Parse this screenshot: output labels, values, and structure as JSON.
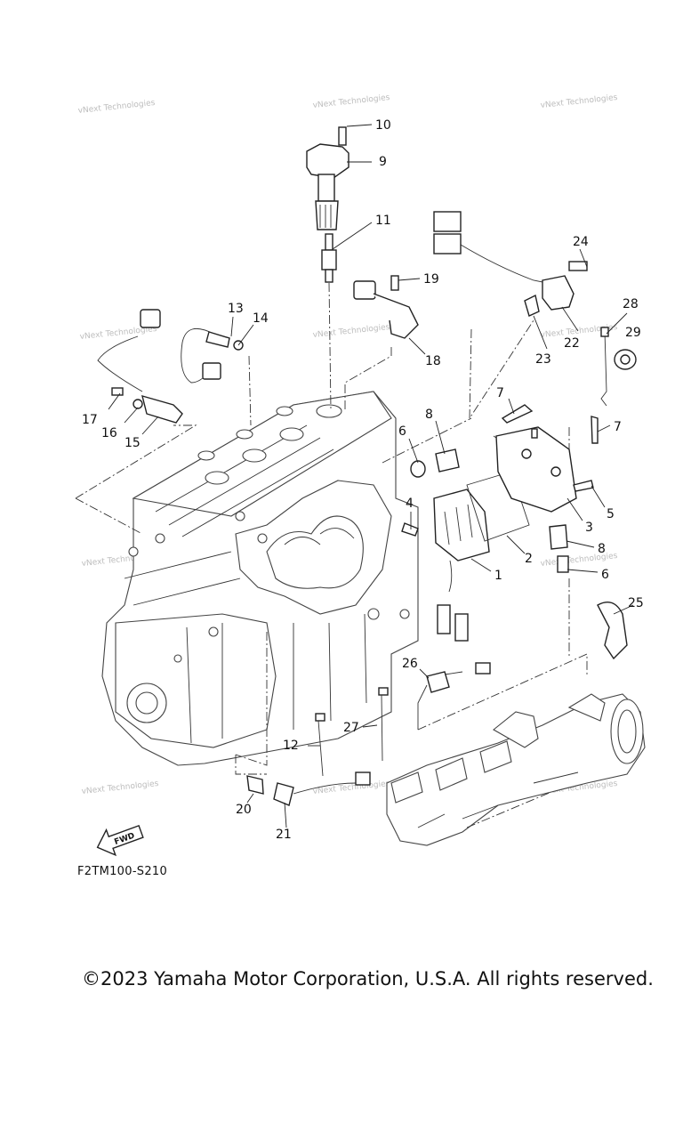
{
  "watermark": "vNext Technologies",
  "figure_code": "F2TM100-S210",
  "fwd_label": "FWD",
  "copyright": "©2023 Yamaha Motor Corporation, U.S.A. All rights reserved.",
  "callouts": {
    "c1": "1",
    "c2": "2",
    "c3": "3",
    "c4": "4",
    "c5": "5",
    "c6a": "6",
    "c6b": "6",
    "c7a": "7",
    "c7b": "7",
    "c8a": "8",
    "c8b": "8",
    "c9": "9",
    "c10": "10",
    "c11": "11",
    "c12": "12",
    "c13": "13",
    "c14": "14",
    "c15": "15",
    "c16": "16",
    "c17": "17",
    "c18": "18",
    "c19": "19",
    "c20": "20",
    "c21": "21",
    "c22": "22",
    "c23": "23",
    "c24": "24",
    "c25": "25",
    "c26": "26",
    "c27": "27",
    "c28": "28",
    "c29": "29"
  }
}
